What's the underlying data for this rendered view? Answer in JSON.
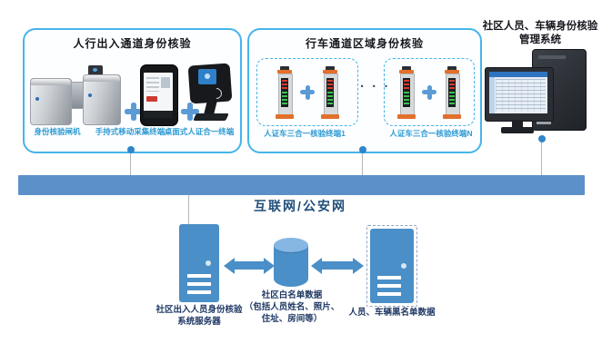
{
  "pedestrian_box": {
    "title": "人行出入通道身份核验",
    "device_labels": [
      "身份核验闸机",
      "手持式移动采集终端",
      "桌面式人证合一终端"
    ]
  },
  "vehicle_box": {
    "title": "行车通道区域身份核验",
    "ellipsis": "· · ·",
    "terminal_labels": [
      "人证车三合一核验终端1",
      "人证车三合一核验终端N"
    ]
  },
  "management_system": {
    "title_line1": "社区人员、车辆身份核验",
    "title_line2": "管理系统"
  },
  "network_band": {
    "label": "互联网/公安网"
  },
  "backend": {
    "access_server": {
      "label_line1": "社区出入人员身份核验",
      "label_line2": "系统服务器"
    },
    "whitelist_db": {
      "label_line1": "社区白名单数据",
      "label_line2": "（包括人员姓名、照片、",
      "label_line3": "住址、房间等）"
    },
    "blacklist_data": {
      "label": "人员、车辆黑名单数据"
    }
  },
  "colors": {
    "group_border": "#46b4e9",
    "band_fill": "#5c90c8",
    "element_blue": "#4a8fc7",
    "plus_blue": "#5a9bd6",
    "device_label_blue": "#2d9ad3",
    "backend_label_navy": "#1f3864",
    "network_label_blue": "#1f4e79"
  }
}
